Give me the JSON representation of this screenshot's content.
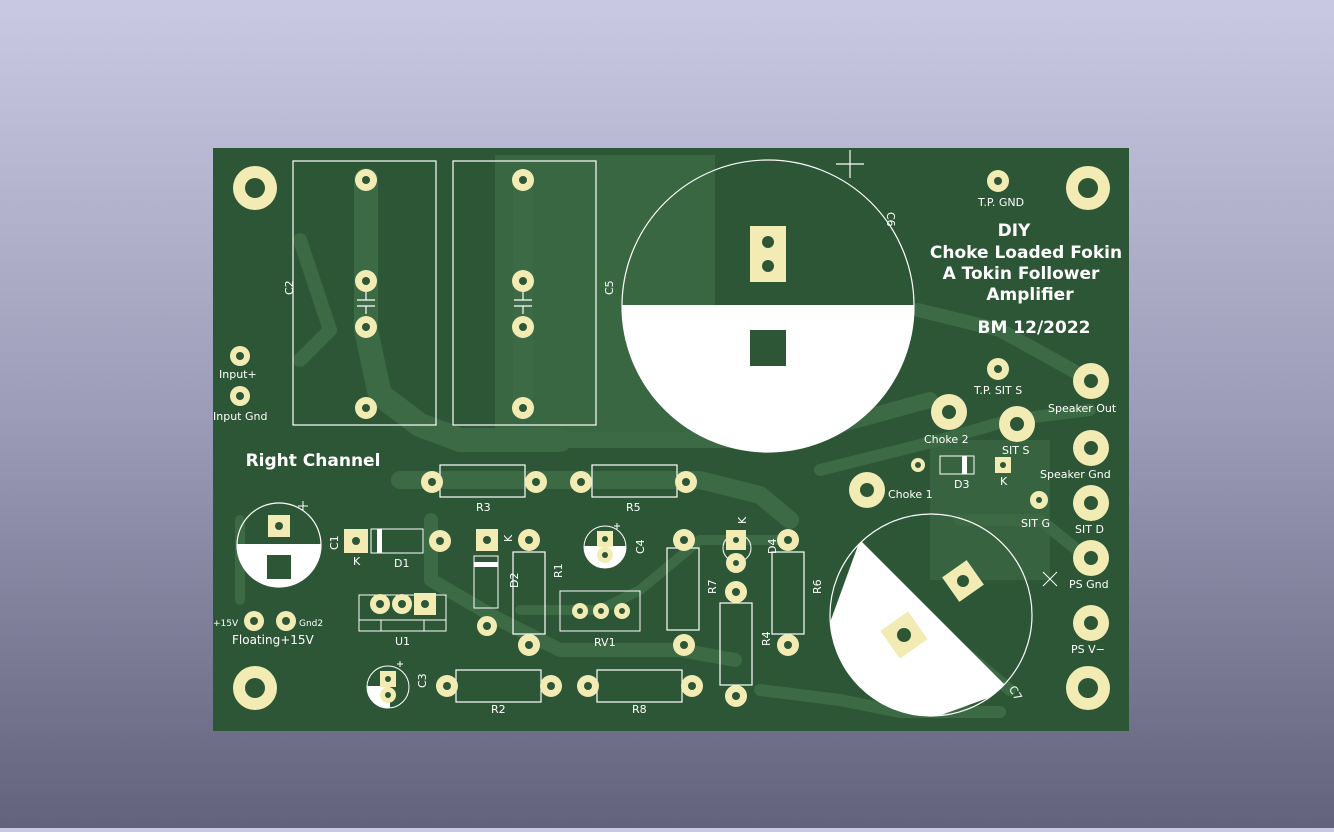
{
  "board": {
    "substrate_color": "#2d5636",
    "copper_color": "#3c6a44",
    "silkscreen_color": "#ffffff",
    "pad_color": "#f2ecb4",
    "background_top": "#c9c9e3",
    "background_bottom": "#62627d",
    "title_lines": [
      "DIY",
      "Choke Loaded Fokin",
      "A Tokin Follower",
      "Amplifier"
    ],
    "author_date": "BM 12/2022",
    "channel_label": "Right Channel"
  },
  "silk_labels": {
    "c2": "C2",
    "c5": "C5",
    "c6": "C6",
    "c1": "C1",
    "c3": "C3",
    "c4": "C4",
    "c7": "C7",
    "r1": "R1",
    "r2": "R2",
    "r3": "R3",
    "r4": "R4",
    "r5": "R5",
    "r6": "R6",
    "r7": "R7",
    "r8": "R8",
    "d1": "D1",
    "d2": "D2",
    "d3": "D3",
    "d4": "D4",
    "u1": "U1",
    "rv1": "RV1",
    "k_d1": "K",
    "k_d2": "K",
    "k_d3": "K",
    "k_d4": "K",
    "tp_gnd": "T.P. GND",
    "tp_sit_s": "T.P. SIT S",
    "input_plus": "Input+",
    "input_gnd": "Input Gnd",
    "speaker_out": "Speaker Out",
    "speaker_gnd": "Speaker Gnd",
    "choke2": "Choke 2",
    "choke1": "Choke 1",
    "sit_s": "SIT S",
    "sit_g": "SIT G",
    "sit_d": "SIT D",
    "ps_gnd": "PS Gnd",
    "ps_vminus": "PS V−",
    "plus15v": "+15V",
    "gnd2": "Gnd2",
    "floating": "Floating+15V",
    "plus": "+"
  }
}
